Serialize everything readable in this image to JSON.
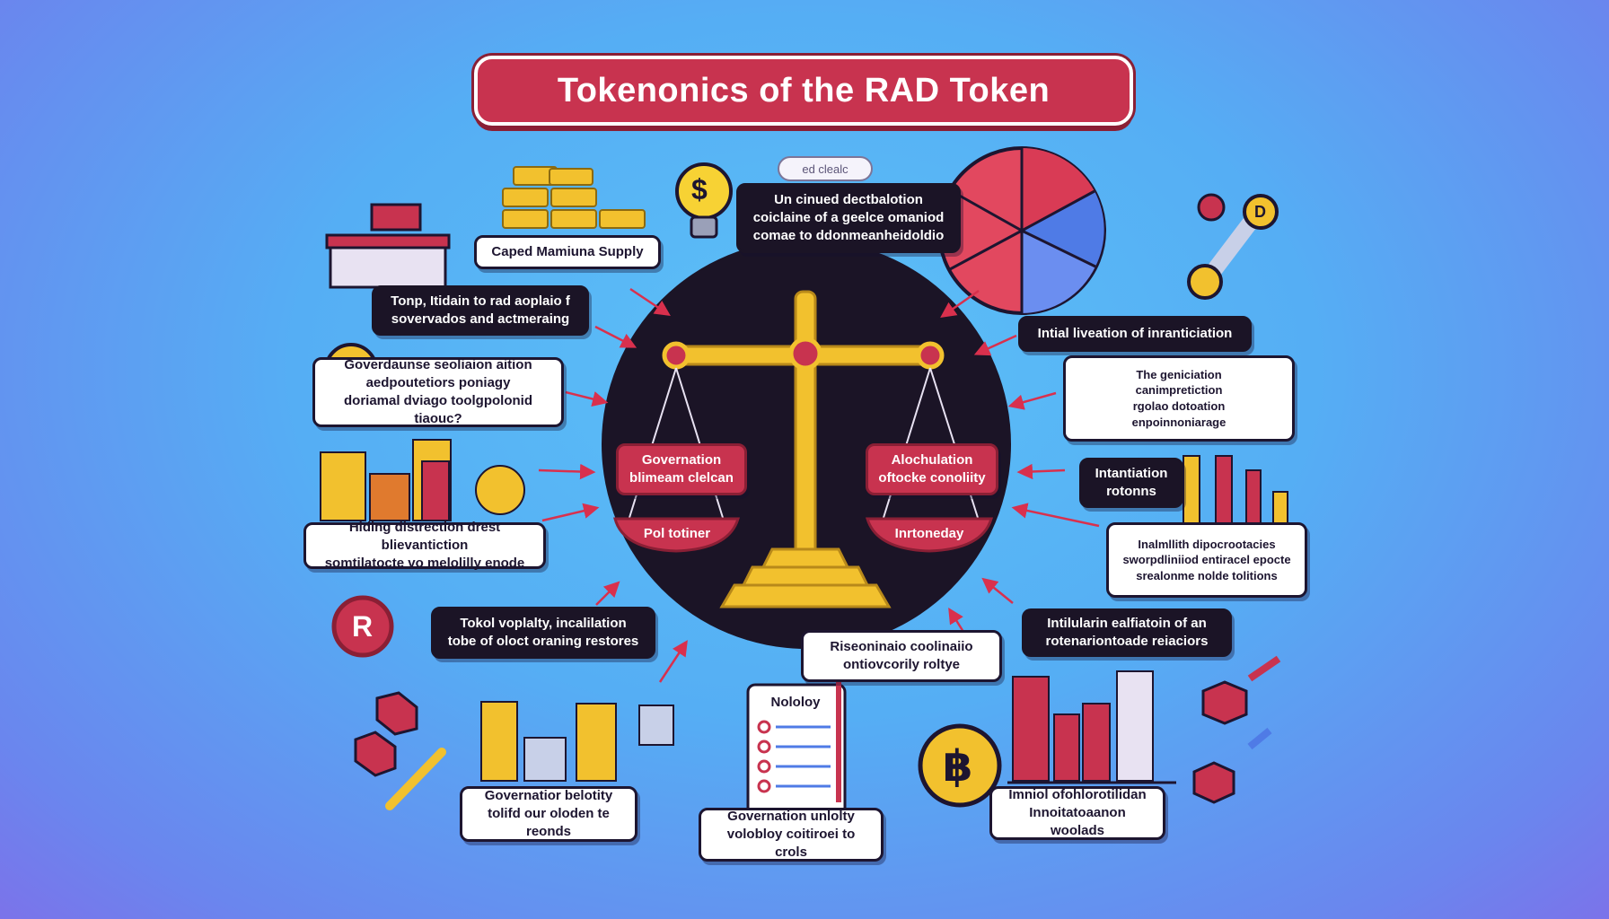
{
  "title": "Tokenonics of the RAD Token",
  "badge": "ed clealc",
  "scale": {
    "left_plate_label": "Governation blimeam clelcan",
    "left_pan_label": "Pol totiner",
    "right_plate_label": "Alochulation oftocke conoliity",
    "right_pan_label": "Inrtoneday"
  },
  "callouts": {
    "capped_supply": "Caped Mamiuna Supply",
    "distribution": "Un cinued dectbalotion\ncoiclaine of a geelce omaniod\ncomae to ddonmeanheidoldio",
    "tokens_hold": "Tonp, Itidain to rad aoplaio f\nsovervados and actmeraing",
    "governance_coin": "Goverdaunse seoliaion aition\naedpoutetiors poniagy\ndoriamal dviago toolgpolonid tiaouc?",
    "holding_distribution": "Hidlng distrection drest blievantiction\nsomtilatocte vo melolilly enode",
    "token_volatility": "Tokol voplalty, incalilation\ntobe of oloct oraning restores",
    "governance_velocity": "Governatior belotity\ntolifd our oloden te reonds",
    "volatility_doc_heading": "Nololoy",
    "governance_unilty": "Governation unlolty\nvolobloy coitiroei to crols",
    "rational_noaity": "Riseoninaio coolinaiio\nontiovcorily roltye",
    "initial_allocation": "Intial liveation of inranticiation",
    "generation_card": "The geniciation\ncanimpretiction\nrgolao dotoation\nenpoinnoniarage",
    "intantiation_rotonns": "Intantiation\nrotonns",
    "inatalit": "Inalmllith dipocrootacies\nsworpdliniiod entiracel epocte\nsrealonme nolde tolitions",
    "intitilation_note": "Intilularin ealfiatoin of an\nrotenariontoade reiaciors",
    "inanial_note": "Imniol ofohlorotilidan\nInnoitatoaanon woolads"
  },
  "coin_symbols": {
    "baht": "฿",
    "dollar": "$",
    "r": "R",
    "d": "D"
  },
  "colors": {
    "background": "#55aef4",
    "brand_red": "#c8334f",
    "gold": "#f2c12e",
    "dark": "#1b1426",
    "accent_blue": "#4f7be6"
  }
}
